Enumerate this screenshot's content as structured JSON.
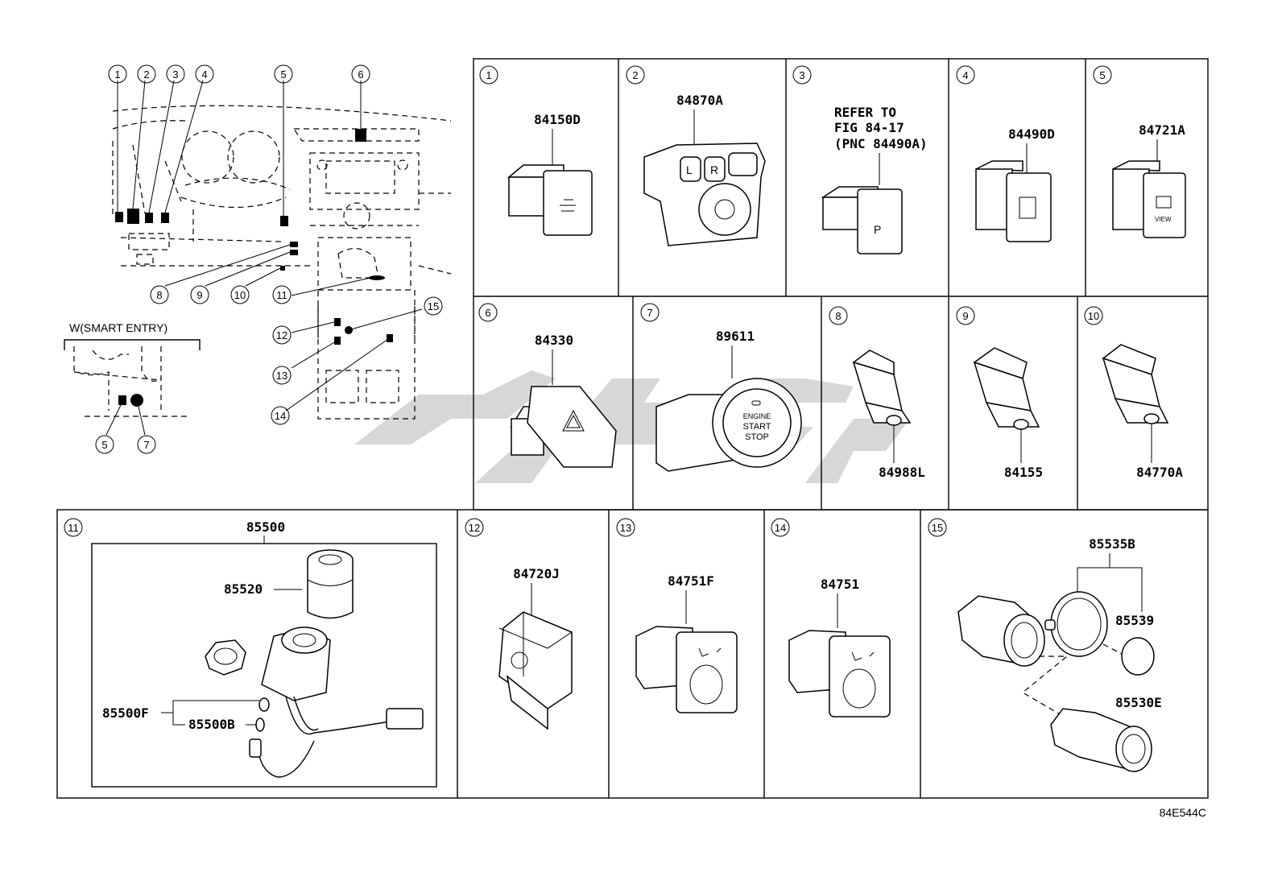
{
  "diagram_code": "84E544C",
  "smart_entry_label": "W(SMART ENTRY)",
  "overview_callouts": [
    "1",
    "2",
    "3",
    "4",
    "5",
    "6",
    "8",
    "9",
    "10",
    "11",
    "12",
    "13",
    "14",
    "15"
  ],
  "smart_entry_callouts": [
    "5",
    "7"
  ],
  "panels": [
    {
      "num": "1",
      "parts": [
        "84150D"
      ]
    },
    {
      "num": "2",
      "parts": [
        "84870A"
      ]
    },
    {
      "num": "3",
      "note": [
        "REFER TO",
        "FIG 84-17",
        "(PNC 84490A)"
      ]
    },
    {
      "num": "4",
      "parts": [
        "84490D"
      ]
    },
    {
      "num": "5",
      "parts": [
        "84721A"
      ]
    },
    {
      "num": "6",
      "parts": [
        "84330"
      ]
    },
    {
      "num": "7",
      "parts": [
        "89611"
      ]
    },
    {
      "num": "8",
      "parts": [
        "84988L"
      ]
    },
    {
      "num": "9",
      "parts": [
        "84155"
      ]
    },
    {
      "num": "10",
      "parts": [
        "84770A"
      ]
    },
    {
      "num": "11",
      "parts": [
        "85500",
        "85520",
        "85500F",
        "85500B"
      ]
    },
    {
      "num": "12",
      "parts": [
        "84720J"
      ]
    },
    {
      "num": "13",
      "parts": [
        "84751F"
      ]
    },
    {
      "num": "14",
      "parts": [
        "84751"
      ]
    },
    {
      "num": "15",
      "parts": [
        "85535B",
        "85539",
        "85530E"
      ]
    }
  ],
  "switch_text": {
    "engine": "ENGINE",
    "start": "START",
    "stop": "STOP",
    "view": "VIEW",
    "p": "P",
    "l": "L",
    "r": "R"
  }
}
